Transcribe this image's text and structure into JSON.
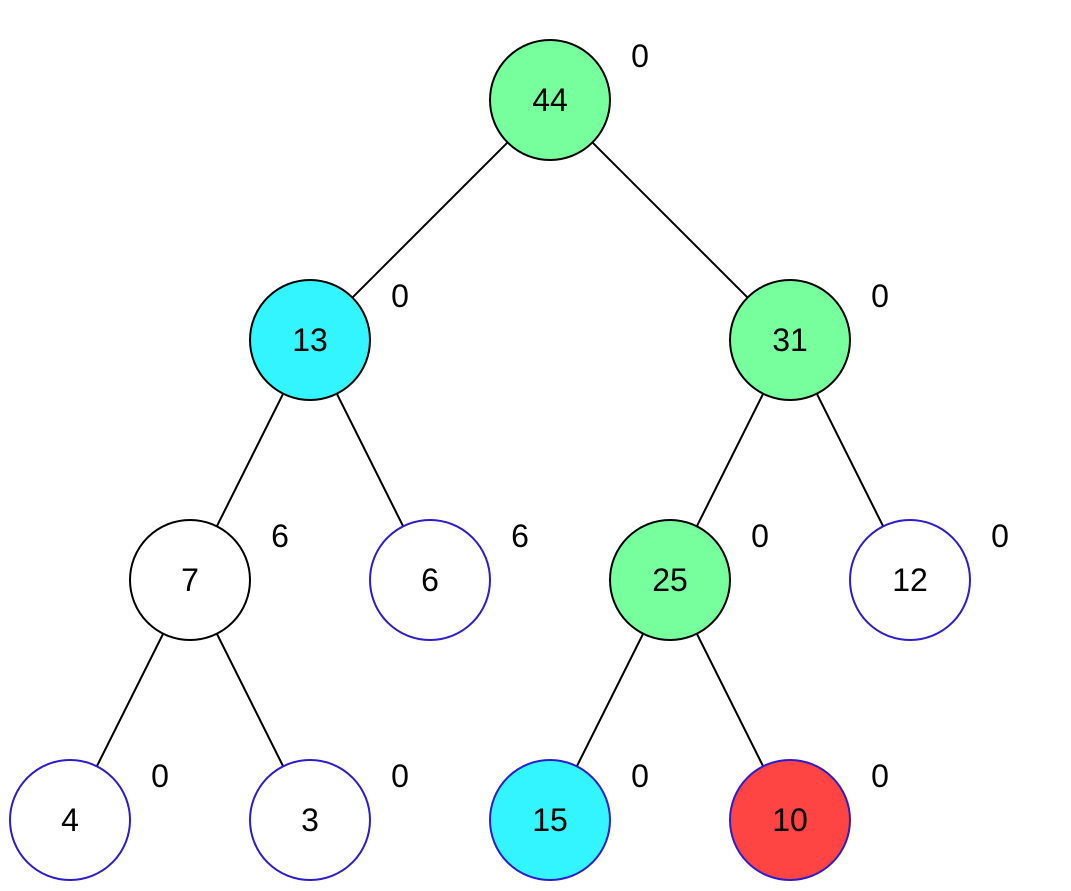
{
  "colors": {
    "green": "#77ff9e",
    "cyan": "#33f5ff",
    "red": "#ff4444",
    "white": "#ffffff",
    "black_border": "#000000",
    "blue_border": "#2d1ccc",
    "edge": "#000000"
  },
  "nodes": [
    {
      "id": "n44",
      "value": "44",
      "tag": "0",
      "fill": "green",
      "border": "black_border"
    },
    {
      "id": "n13",
      "value": "13",
      "tag": "0",
      "fill": "cyan",
      "border": "black_border"
    },
    {
      "id": "n31",
      "value": "31",
      "tag": "0",
      "fill": "green",
      "border": "black_border"
    },
    {
      "id": "n7",
      "value": "7",
      "tag": "6",
      "fill": "white",
      "border": "black_border"
    },
    {
      "id": "n6",
      "value": "6",
      "tag": "6",
      "fill": "white",
      "border": "blue_border"
    },
    {
      "id": "n25",
      "value": "25",
      "tag": "0",
      "fill": "green",
      "border": "black_border"
    },
    {
      "id": "n12",
      "value": "12",
      "tag": "0",
      "fill": "white",
      "border": "blue_border"
    },
    {
      "id": "n4",
      "value": "4",
      "tag": "0",
      "fill": "white",
      "border": "blue_border"
    },
    {
      "id": "n3",
      "value": "3",
      "tag": "0",
      "fill": "white",
      "border": "blue_border"
    },
    {
      "id": "n15",
      "value": "15",
      "tag": "0",
      "fill": "cyan",
      "border": "blue_border"
    },
    {
      "id": "n10",
      "value": "10",
      "tag": "0",
      "fill": "red",
      "border": "blue_border"
    }
  ],
  "edges": [
    {
      "from": "n44",
      "to": "n13"
    },
    {
      "from": "n44",
      "to": "n31"
    },
    {
      "from": "n13",
      "to": "n7"
    },
    {
      "from": "n13",
      "to": "n6"
    },
    {
      "from": "n31",
      "to": "n25"
    },
    {
      "from": "n31",
      "to": "n12"
    },
    {
      "from": "n7",
      "to": "n4"
    },
    {
      "from": "n7",
      "to": "n3"
    },
    {
      "from": "n25",
      "to": "n15"
    },
    {
      "from": "n25",
      "to": "n10"
    }
  ]
}
